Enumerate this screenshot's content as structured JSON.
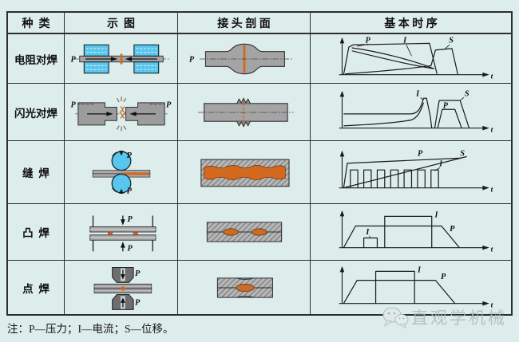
{
  "table": {
    "headers": [
      "种  类",
      "示  图",
      "接 头 剖 面",
      "基 本 时 序"
    ],
    "rows": [
      {
        "name": "电阻对焊"
      },
      {
        "name": "闪光对焊"
      },
      {
        "name": "缝  焊"
      },
      {
        "name": "凸  焊"
      },
      {
        "name": "点  焊"
      }
    ]
  },
  "sym": {
    "P": "P",
    "I": "I",
    "S": "S",
    "t": "t"
  },
  "note": "注：P—压力；I—电流；S—位移。",
  "watermark": {
    "text": "直观学机械"
  },
  "legend": {
    "P": "压力",
    "I": "电流",
    "S": "位移"
  },
  "colors": {
    "background": "#dcedeb",
    "table_line": "#2e2e2e",
    "electrode_blue": "#58c6ee",
    "workpiece_gray": "#a4a4a4",
    "electrode_dark_gray": "#6e6e6e",
    "weld_orange": "#d2691e",
    "watermark_gray": "#a9bebc"
  },
  "chart_data": [
    {
      "type": "line",
      "row": "电阻对焊",
      "xlabel": "t",
      "curves": [
        "P",
        "I",
        "S"
      ],
      "notes": "P rises fast, long plateau, drops; I slowly decaying band; S low then steps up near end"
    },
    {
      "type": "line",
      "row": "闪光对焊",
      "xlabel": "t",
      "curves": [
        "I",
        "P",
        "S"
      ],
      "notes": "long low flashing stage, sharp I spike, then P and S upset trapezoids at end"
    },
    {
      "type": "line",
      "row": "缝焊",
      "xlabel": "t",
      "curves": [
        "P",
        "S",
        "I"
      ],
      "current_pulses": 7,
      "notes": "P constant plateau, S linear rise, I intermittent square pulses"
    },
    {
      "type": "line",
      "row": "凸焊",
      "xlabel": "t",
      "curves": [
        "I",
        "I",
        "P"
      ],
      "notes": "P trapezoid with small preheat I pulse and large weld I pulse"
    },
    {
      "type": "line",
      "row": "点焊",
      "xlabel": "t",
      "curves": [
        "I",
        "P"
      ],
      "notes": "P trapezoid with single rectangular I pulse in the middle"
    }
  ]
}
